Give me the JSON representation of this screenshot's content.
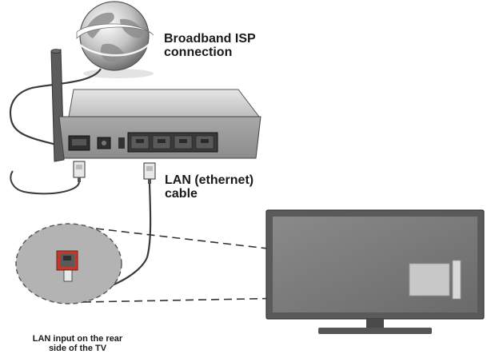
{
  "labels": {
    "isp_line1": "Broadband ISP",
    "isp_line2": "connection",
    "lan_line1": "LAN (ethernet)",
    "lan_line2": "cable",
    "rear_line1": "LAN input on the rear",
    "rear_line2": "side of the TV"
  },
  "icons": {
    "globe": "globe-icon",
    "router": "router-icon",
    "ethernet_plug": "ethernet-plug-icon",
    "tv": "tv-icon",
    "lan_port": "lan-port-icon"
  },
  "colors": {
    "outline": "#3a3a3a",
    "router_body": "#b9b9b9",
    "tv_frame": "#5a5a5a",
    "tv_screen": "#7c7c7c",
    "zoom_circle": "#b3b3b3",
    "port_highlight": "#c0392b"
  }
}
